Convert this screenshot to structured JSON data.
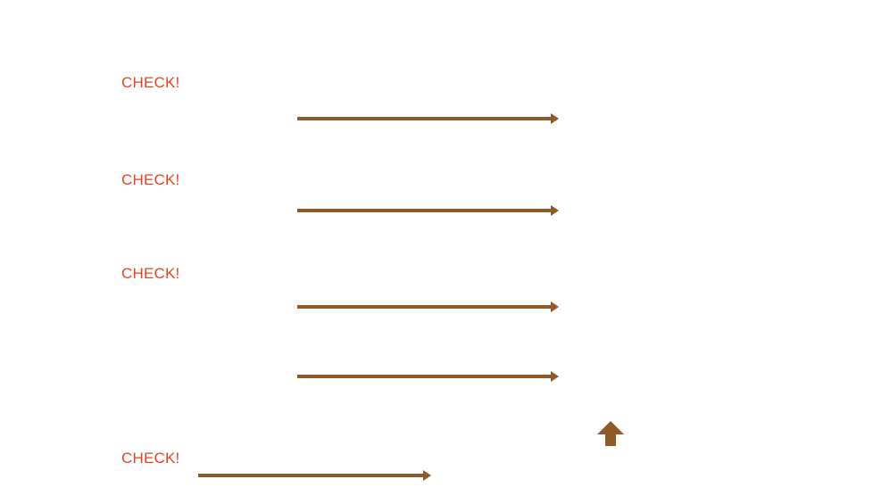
{
  "labels": {
    "check_1": "CHECK!",
    "check_2": "CHECK!",
    "check_3": "CHECK!",
    "check_4": "CHECK!"
  },
  "colors": {
    "label": "#e8431f",
    "arrow": "#8f5a27",
    "background": "#ffffff"
  },
  "icons": {
    "up_arrow": "up-arrow-icon",
    "right_arrow": "right-arrow-icon"
  }
}
